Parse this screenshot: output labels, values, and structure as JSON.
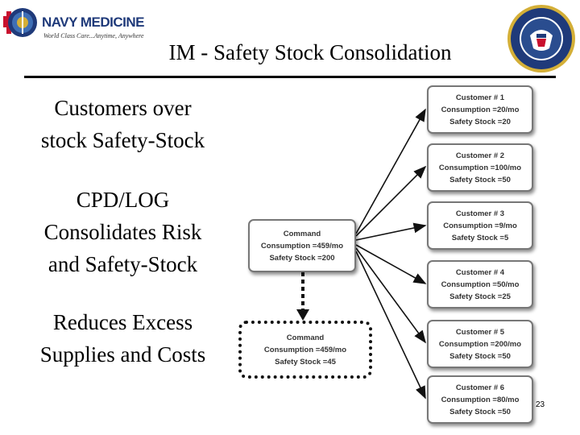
{
  "header": {
    "logo_text": "NAVY MEDICINE",
    "logo_tagline": "World Class Care...Anytime, Anywhere",
    "title": "IM - Safety Stock Consolidation"
  },
  "left_text": {
    "point1": [
      "Customers over",
      "stock Safety-Stock"
    ],
    "point2": [
      "CPD/LOG",
      "Consolidates Risk",
      "and Safety-Stock"
    ],
    "point3": [
      "Reduces Excess",
      "Supplies and Costs"
    ]
  },
  "command_box": {
    "name": "Command",
    "consumption": "Consumption =459/mo",
    "safety_stock": "Safety Stock =200"
  },
  "command_consolidated_box": {
    "name": "Command",
    "consumption": "Consumption =459/mo",
    "safety_stock": "Safety Stock =45"
  },
  "customers": [
    {
      "name": "Customer # 1",
      "consumption": "Consumption =20/mo",
      "safety_stock": "Safety Stock =20"
    },
    {
      "name": "Customer # 2",
      "consumption": "Consumption =100/mo",
      "safety_stock": "Safety Stock =50"
    },
    {
      "name": "Customer # 3",
      "consumption": "Consumption =9/mo",
      "safety_stock": "Safety Stock =5"
    },
    {
      "name": "Customer # 4",
      "consumption": "Consumption =50/mo",
      "safety_stock": "Safety Stock =25"
    },
    {
      "name": "Customer # 5",
      "consumption": "Consumption =200/mo",
      "safety_stock": "Safety Stock =50"
    },
    {
      "name": "Customer # 6",
      "consumption": "Consumption =80/mo",
      "safety_stock": "Safety Stock =50"
    }
  ],
  "page_number": "23",
  "icons": {
    "left_logo": "navy-medicine-logo",
    "right_seal": "navy-department-seal"
  }
}
